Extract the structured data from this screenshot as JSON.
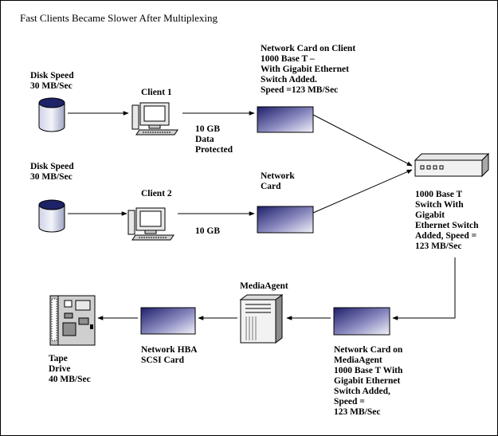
{
  "title": "Fast Clients Became Slower After Multiplexing",
  "labels": {
    "disk_speed_1": "Disk Speed\n30 MB/Sec",
    "disk_speed_2": "Disk Speed\n30 MB/Sec",
    "client_1": "Client 1",
    "client_2": "Client 2",
    "data_1": "10 GB\nData\nProtected",
    "data_2": "10 GB",
    "nic_client_1": "Network Card on Client\n1000 Base T –\nWith Gigabit Ethernet\nSwitch Added.\nSpeed =123 MB/Sec",
    "nic_client_2": "Network\nCard",
    "switch": "1000 Base T\nSwitch With\nGigabit\nEthernet Switch\nAdded, Speed =\n123 MB/Sec",
    "media_agent": "MediaAgent",
    "nic_media_agent": "Network Card on\nMediaAgent\n1000 Base T With\nGigabit Ethernet\nSwitch Added,\nSpeed =\n123 MB/Sec",
    "hba": "Network HBA\nSCSI Card",
    "tape": "Tape\nDrive\n40 MB/Sec"
  },
  "colors": {
    "card_dark": "#1f1f6b",
    "card_light": "#f2f2fa",
    "line": "#000000"
  }
}
